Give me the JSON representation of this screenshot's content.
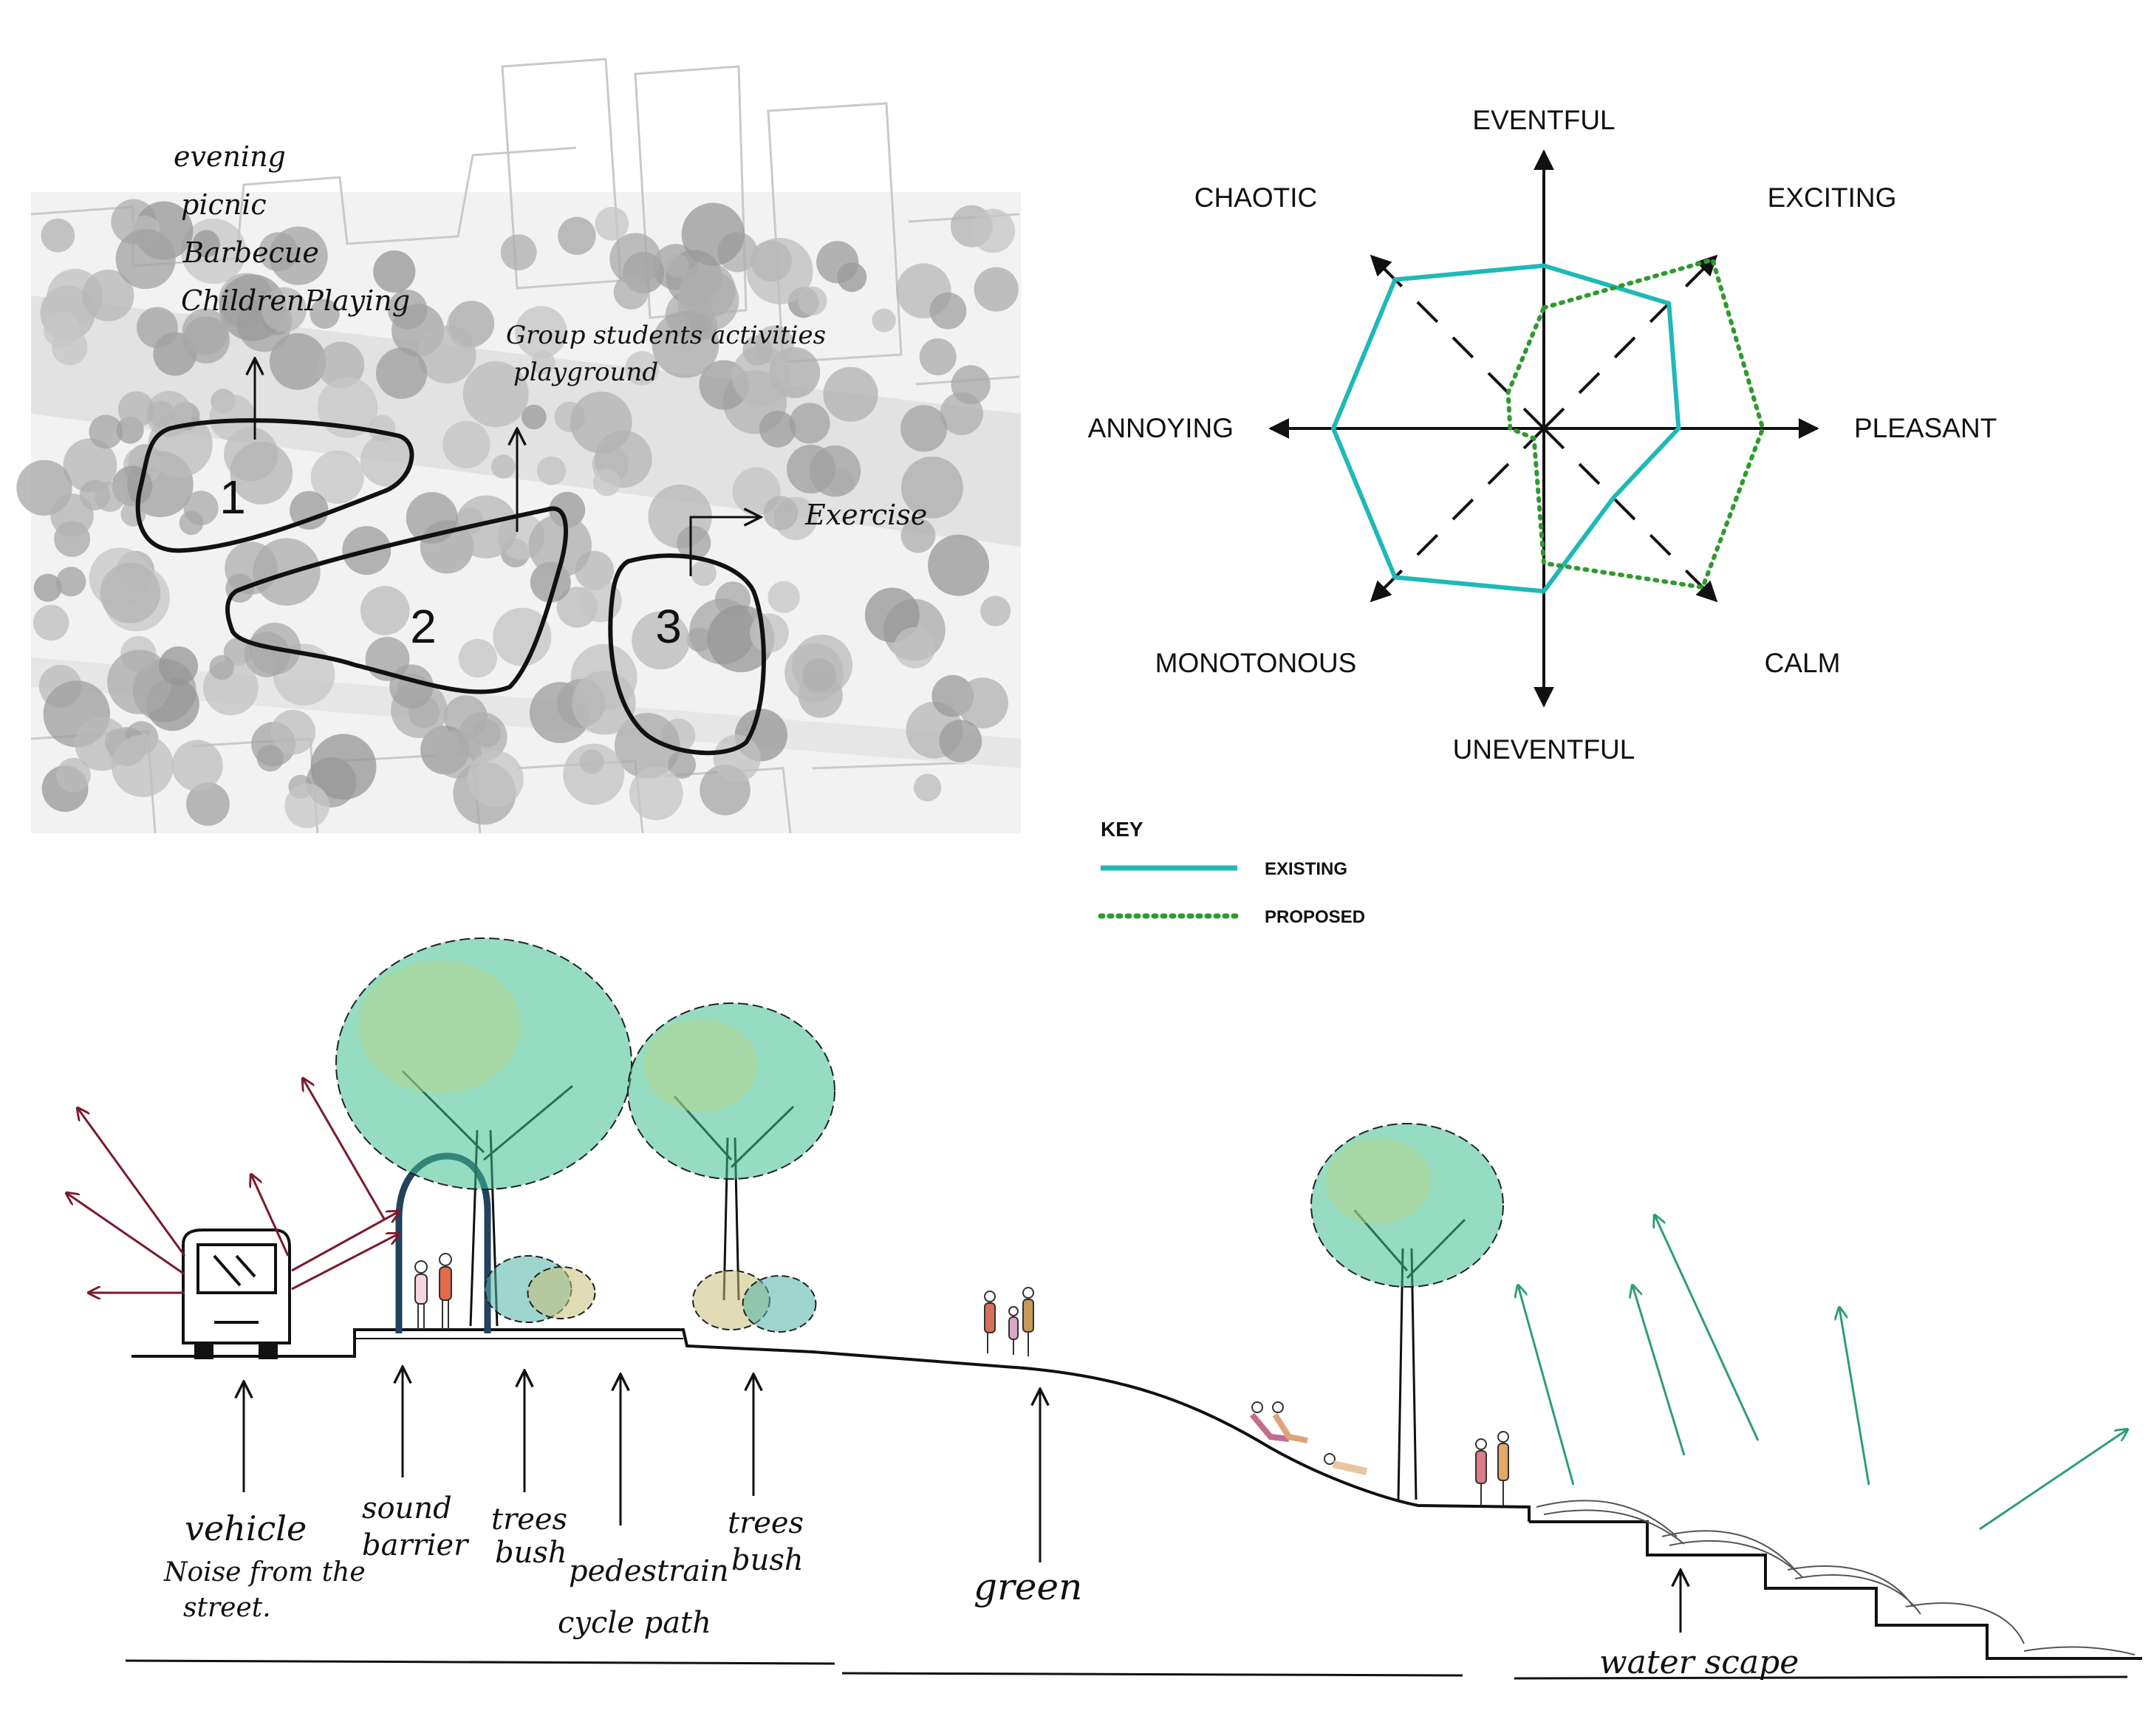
{
  "map": {
    "activities_zone1": [
      "evening",
      "picnic",
      "Barbecue",
      "ChildrenPlaying"
    ],
    "activities_zone2": [
      "Group students activities",
      "playground"
    ],
    "activities_zone3": "Exercise",
    "zones": [
      {
        "label": "1"
      },
      {
        "label": "2"
      },
      {
        "label": "3"
      }
    ]
  },
  "soundscape": {
    "axes": [
      {
        "label": "EVENTFUL"
      },
      {
        "label": "EXCITING"
      },
      {
        "label": "PLEASANT"
      },
      {
        "label": "CALM"
      },
      {
        "label": "UNEVENTFUL"
      },
      {
        "label": "MONOTONOUS"
      },
      {
        "label": "ANNOYING"
      },
      {
        "label": "CHAOTIC"
      }
    ],
    "key_title": "KEY",
    "legend": [
      {
        "label": "EXISTING",
        "color": "#1fb8b8",
        "style": "solid"
      },
      {
        "label": "PROPOSED",
        "color": "#2e9a2e",
        "style": "dotted"
      }
    ],
    "existing_values": [
      0.58,
      0.63,
      0.48,
      0.35,
      0.58,
      0.75,
      0.75,
      0.75
    ],
    "proposed_values": [
      0.43,
      0.85,
      0.78,
      0.8,
      0.48,
      0.05,
      0.12,
      0.18
    ]
  },
  "section": {
    "labels": {
      "vehicle": "vehicle",
      "noise_1": "Noise from the",
      "noise_2": "street.",
      "sound_1": "sound",
      "sound_2": "barrier",
      "trees1_1": "trees",
      "trees1_2": "bush",
      "ped_1": "pedestrain",
      "ped_2": "cycle path",
      "trees2_1": "trees",
      "trees2_2": "bush",
      "green": "green",
      "water": "water scape"
    }
  },
  "colors": {
    "tree_green": "#3fc08f",
    "noise_arrow": "#7a1a2e",
    "water_arrow": "#2f9c7c"
  }
}
